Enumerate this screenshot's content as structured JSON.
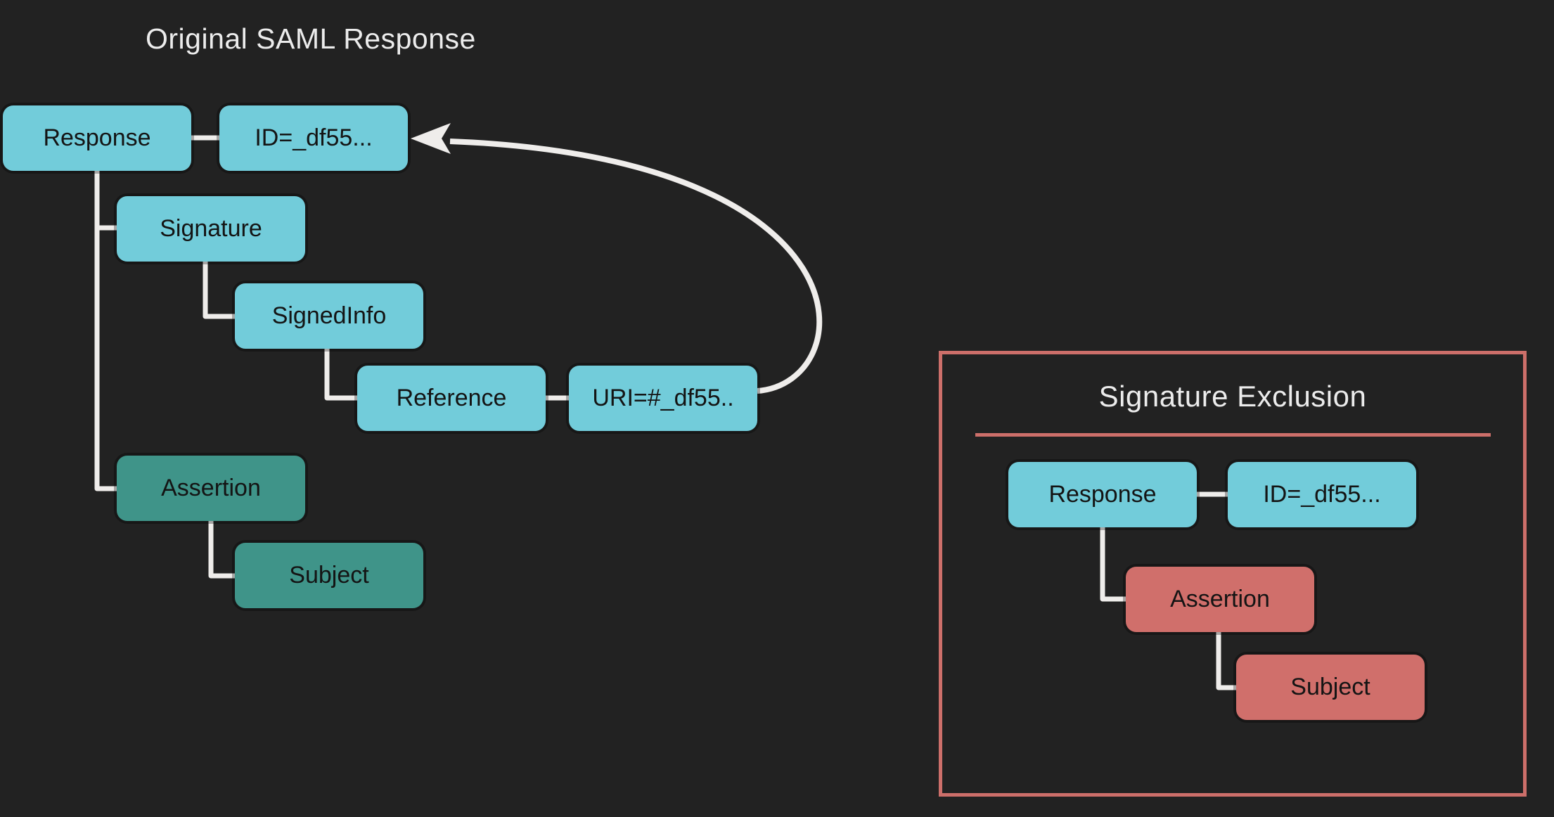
{
  "colors": {
    "background": "#222222",
    "node_cyan": "#72ccda",
    "node_green": "#3f9489",
    "node_salmon": "#d06f6b",
    "connector": "#efedeb",
    "panel_border": "#cd6f6a",
    "title_text": "#ececec",
    "node_text": "#141414"
  },
  "left_diagram": {
    "title": "Original SAML Response",
    "nodes": {
      "response": "Response",
      "id_attr": "ID=_df55...",
      "signature": "Signature",
      "signed_info": "SignedInfo",
      "reference": "Reference",
      "uri_attr": "URI=#_df55..",
      "assertion": "Assertion",
      "subject": "Subject"
    }
  },
  "right_panel": {
    "title": "Signature Exclusion",
    "nodes": {
      "response": "Response",
      "id_attr": "ID=_df55...",
      "assertion": "Assertion",
      "subject": "Subject"
    }
  }
}
